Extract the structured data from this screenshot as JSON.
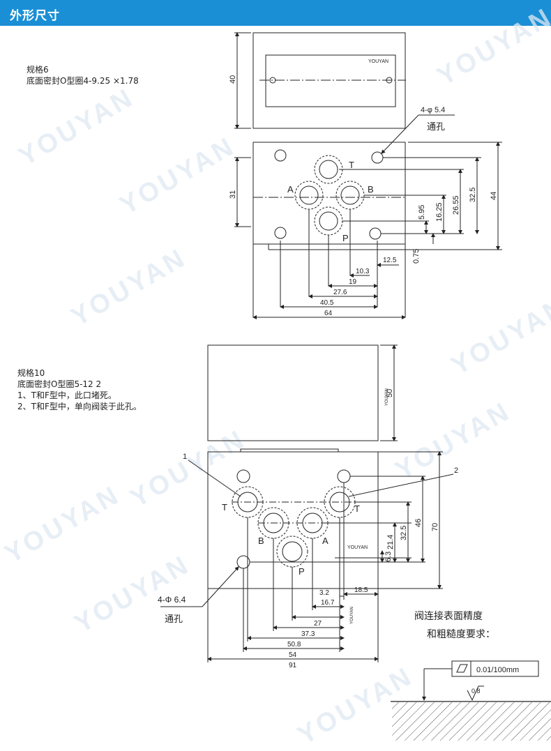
{
  "header": {
    "title": "外形尺寸"
  },
  "watermark": "YOUYAN",
  "spec6": {
    "title": "规格6",
    "oring": "底面密封O型圈4-9.25 ×1.78",
    "brand": "YOUYAN",
    "hole_note": "4-φ 5.4",
    "hole_label": "通孔",
    "ports": [
      "T",
      "A",
      "B",
      "P"
    ],
    "dims_v": [
      "40",
      "31",
      "44",
      "32.5",
      "26.55",
      "16.25",
      "5.95",
      "0.75"
    ],
    "dims_h": [
      "12.5",
      "10.3",
      "19",
      "27.6",
      "40.5",
      "64"
    ]
  },
  "spec10": {
    "title": "规格10",
    "oring": "底面密封O型圈5-12  2",
    "note1": "1、T和F型中，此口堵死。",
    "note2": "2、T和F型中，单向阀装于此孔。",
    "brand": "YOUYAN",
    "callout1": "1",
    "callout2": "2",
    "hole_note": "4-Φ 6.4",
    "hole_label": "通孔",
    "ports": [
      "T",
      "T",
      "B",
      "A",
      "P"
    ],
    "dims_v": [
      "50",
      "70",
      "46",
      "32.5",
      "21.4",
      "6.3"
    ],
    "dims_h": [
      "3.2",
      "16.7",
      "18.5",
      "27",
      "37.3",
      "50.8",
      "54",
      "91"
    ]
  },
  "surface": {
    "title_line1": "阀连接表面精度",
    "title_line2": "和粗糙度要求：",
    "flatness": "0.01/100mm",
    "roughness": "0.8"
  }
}
